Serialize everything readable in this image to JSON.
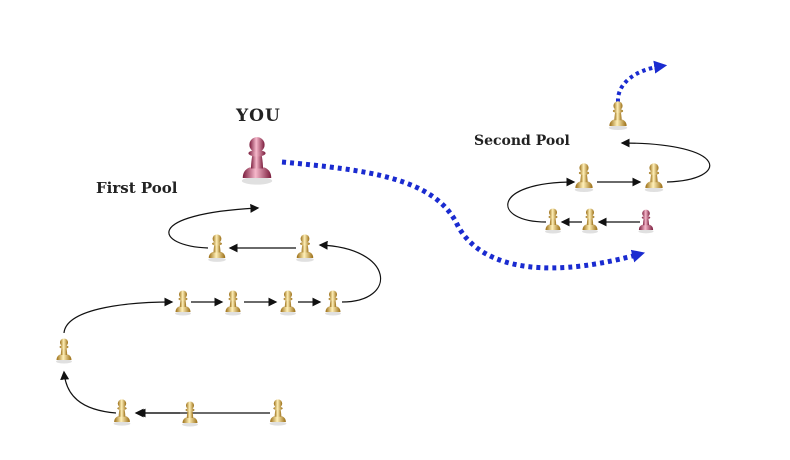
{
  "labels": {
    "you": "YOU",
    "first_pool": "First Pool",
    "second_pool": "Second Pool"
  },
  "colors": {
    "pawn_gold": "#e3b03a",
    "pawn_gold_dark": "#9a6d14",
    "pawn_gold_light": "#fff0b8",
    "pawn_pink": "#c4486e",
    "pawn_pink_dark": "#7a1c3c",
    "pawn_pink_light": "#f6b8cb",
    "arrow": "#111111",
    "dotted_path": "#1a2bd0"
  },
  "icons": {
    "pawn": "pawn-icon",
    "you_pawn": "you-pawn-icon"
  }
}
